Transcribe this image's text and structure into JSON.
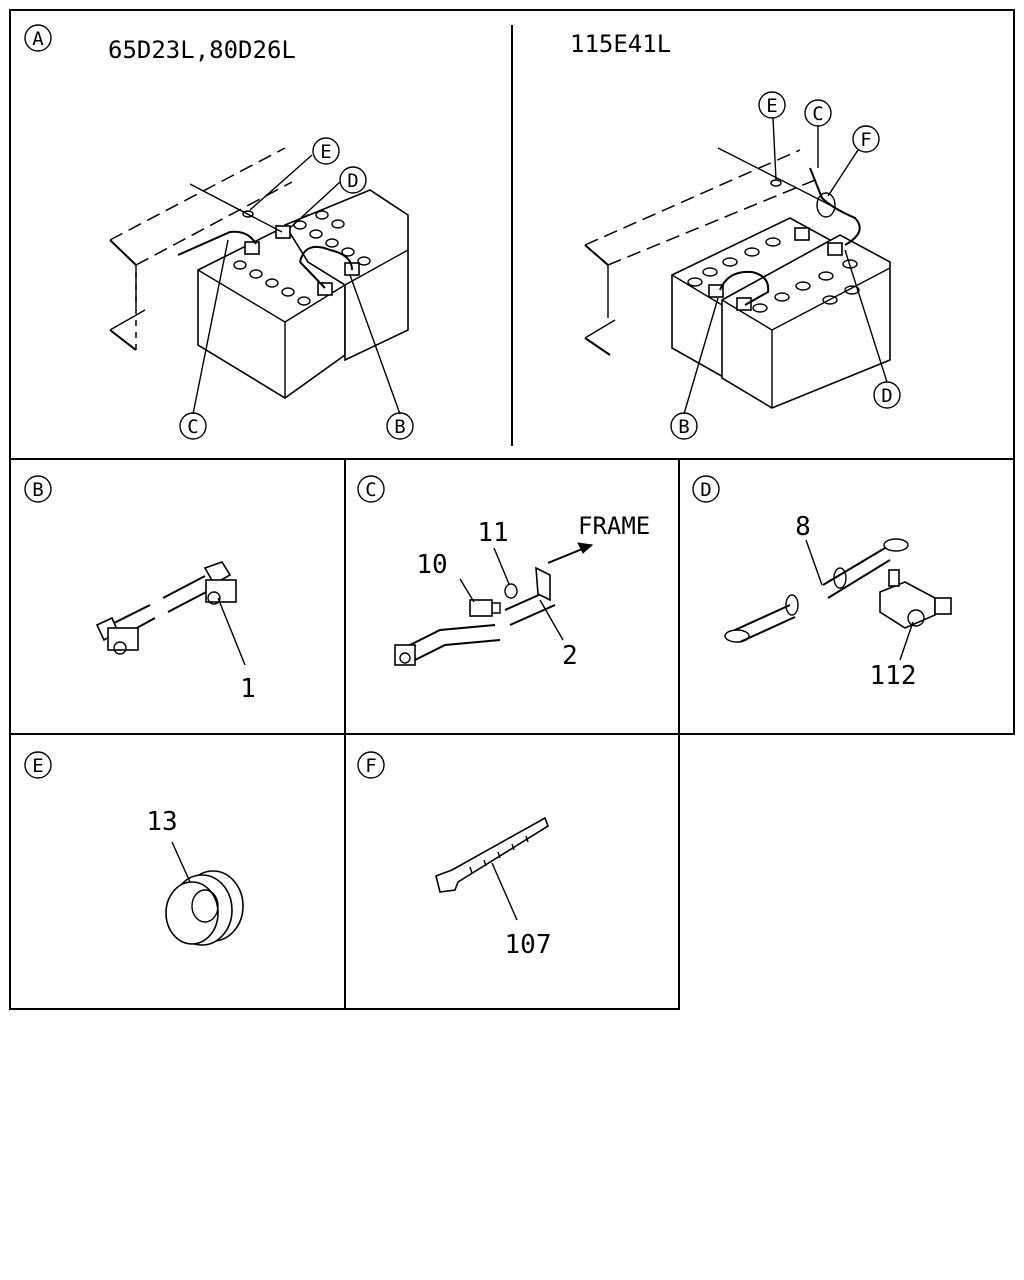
{
  "panels": {
    "A": {
      "letter": "A",
      "left_models": "65D23L,80D26L",
      "right_models": "115E41L",
      "callouts_left": [
        "E",
        "D",
        "C",
        "B"
      ],
      "callouts_right": [
        "E",
        "C",
        "F",
        "D",
        "B"
      ]
    },
    "B": {
      "letter": "B",
      "parts": [
        "1"
      ]
    },
    "C": {
      "letter": "C",
      "parts": [
        "10",
        "11",
        "2"
      ],
      "frame_label": "FRAME"
    },
    "D": {
      "letter": "D",
      "parts": [
        "8",
        "112"
      ]
    },
    "E": {
      "letter": "E",
      "parts": [
        "13"
      ]
    },
    "F": {
      "letter": "F",
      "parts": [
        "107"
      ]
    }
  }
}
